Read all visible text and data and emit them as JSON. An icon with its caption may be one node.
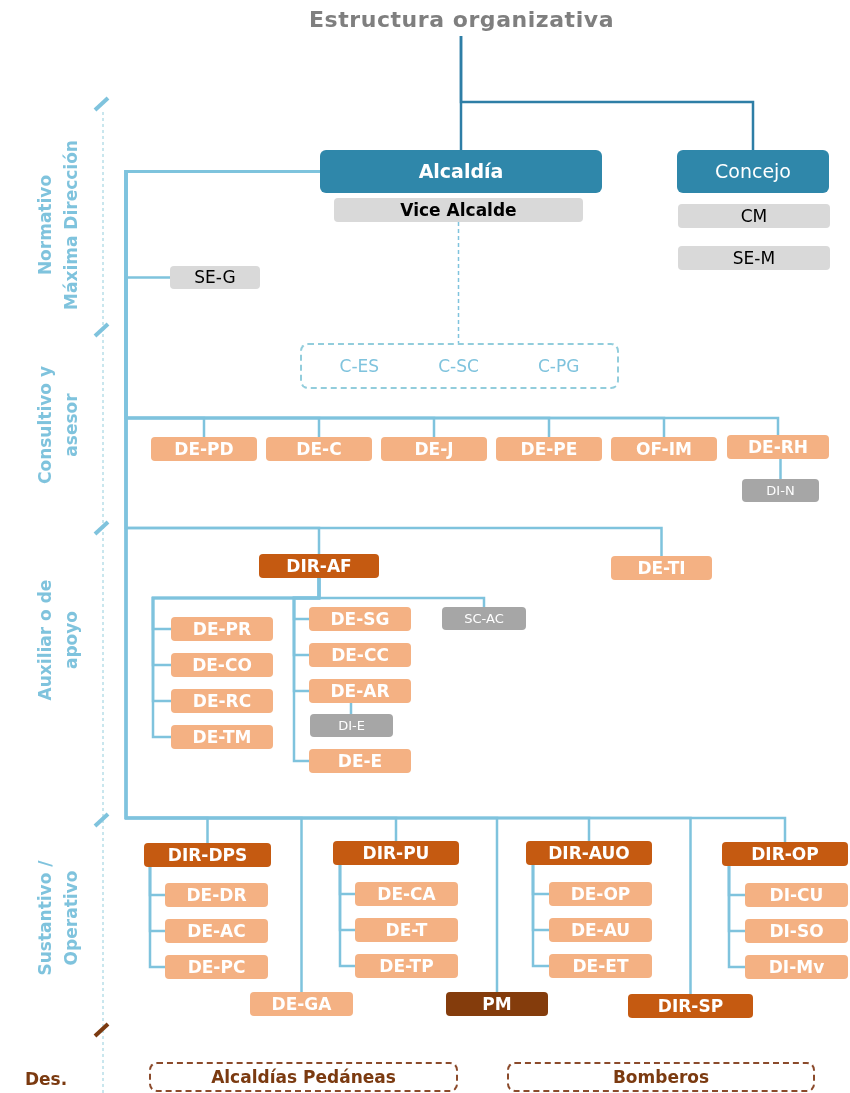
{
  "diagram": {
    "nodes": [
      {
        "text": [
          "Estructura organizativa"
        ]
      },
      {
        "text": [
          "Alcaldía"
        ]
      },
      {
        "text": [
          "Vice Alcalde"
        ]
      },
      {
        "text": [
          "Concejo"
        ]
      },
      {
        "text": [
          "CM"
        ]
      },
      {
        "text": [
          "SE-M"
        ]
      },
      {
        "text": [
          "SE-G"
        ]
      },
      {
        "text": [
          "C-ES",
          "C-SC",
          "C-PG"
        ]
      },
      {
        "text": [
          "DE-PD"
        ]
      },
      {
        "text": [
          "DE-C"
        ]
      },
      {
        "text": [
          "DE-J"
        ]
      },
      {
        "text": [
          "DE-PE"
        ]
      },
      {
        "text": [
          "OF-IM"
        ]
      },
      {
        "text": [
          "DE-RH"
        ]
      },
      {
        "text": [
          "DI-N"
        ]
      },
      {
        "text": [
          "DIR-AF"
        ]
      },
      {
        "text": [
          "DE-TI"
        ]
      },
      {
        "text": [
          "DE-PR"
        ]
      },
      {
        "text": [
          "DE-CO"
        ]
      },
      {
        "text": [
          "DE-RC"
        ]
      },
      {
        "text": [
          "DE-TM"
        ]
      },
      {
        "text": [
          "DE-SG"
        ]
      },
      {
        "text": [
          "DE-CC"
        ]
      },
      {
        "text": [
          "DE-AR"
        ]
      },
      {
        "text": [
          "DI-E"
        ]
      },
      {
        "text": [
          "DE-E"
        ]
      },
      {
        "text": [
          "SC-AC"
        ]
      },
      {
        "text": [
          "DIR-DPS"
        ]
      },
      {
        "text": [
          "DE-DR"
        ]
      },
      {
        "text": [
          "DE-AC"
        ]
      },
      {
        "text": [
          "DE-PC"
        ]
      },
      {
        "text": [
          "DE-GA"
        ]
      },
      {
        "text": [
          "DIR-PU"
        ]
      },
      {
        "text": [
          "DE-CA"
        ]
      },
      {
        "text": [
          "DE-T"
        ]
      },
      {
        "text": [
          "DE-TP"
        ]
      },
      {
        "text": [
          "PM"
        ]
      },
      {
        "text": [
          "DIR-AUO"
        ]
      },
      {
        "text": [
          "DE-OP"
        ]
      },
      {
        "text": [
          "DE-AU"
        ]
      },
      {
        "text": [
          "DE-ET"
        ]
      },
      {
        "text": [
          "DIR-SP"
        ]
      },
      {
        "text": [
          "DIR-OP"
        ]
      },
      {
        "text": [
          "DI-CU"
        ]
      },
      {
        "text": [
          "DI-SO"
        ]
      },
      {
        "text": [
          "DI-Mv"
        ]
      },
      {
        "text": [
          "Alcaldías Pedáneas"
        ]
      },
      {
        "text": [
          "Bomberos"
        ]
      }
    ],
    "edges": [
      {
        "from": 0,
        "to": 1,
        "arrow": "none",
        "color": "#2e7ea6"
      },
      {
        "from": 0,
        "to": 3,
        "arrow": "none",
        "color": "#2e7ea6"
      },
      {
        "from": 1,
        "to": 6,
        "arrow": "none"
      },
      {
        "from": 1,
        "to": 8,
        "arrow": "none"
      },
      {
        "from": 1,
        "to": 9,
        "arrow": "none"
      },
      {
        "from": 1,
        "to": 10,
        "arrow": "none"
      },
      {
        "from": 1,
        "to": 11,
        "arrow": "none"
      },
      {
        "from": 1,
        "to": 12,
        "arrow": "none"
      },
      {
        "from": 1,
        "to": 13,
        "arrow": "none"
      },
      {
        "from": 1,
        "to": 15,
        "arrow": "none"
      },
      {
        "from": 1,
        "to": 16,
        "arrow": "none"
      },
      {
        "from": 1,
        "to": 27,
        "arrow": "none"
      },
      {
        "from": 1,
        "to": 31,
        "arrow": "none"
      },
      {
        "from": 1,
        "to": 32,
        "arrow": "none"
      },
      {
        "from": 1,
        "to": 36,
        "arrow": "none"
      },
      {
        "from": 1,
        "to": 37,
        "arrow": "none"
      },
      {
        "from": 1,
        "to": 41,
        "arrow": "none"
      },
      {
        "from": 1,
        "to": 42,
        "arrow": "none"
      },
      {
        "from": 2,
        "to": 7,
        "arrow": "none",
        "style": "dashed"
      },
      {
        "from": 13,
        "to": 14,
        "arrow": "none"
      },
      {
        "from": 15,
        "to": 17,
        "arrow": "none"
      },
      {
        "from": 15,
        "to": 18,
        "arrow": "none"
      },
      {
        "from": 15,
        "to": 19,
        "arrow": "none"
      },
      {
        "from": 15,
        "to": 20,
        "arrow": "none"
      },
      {
        "from": 15,
        "to": 21,
        "arrow": "none"
      },
      {
        "from": 15,
        "to": 22,
        "arrow": "none"
      },
      {
        "from": 15,
        "to": 23,
        "arrow": "none"
      },
      {
        "from": 15,
        "to": 25,
        "arrow": "none"
      },
      {
        "from": 15,
        "to": 26,
        "arrow": "none"
      },
      {
        "from": 23,
        "to": 24,
        "arrow": "none"
      },
      {
        "from": 27,
        "to": 28,
        "arrow": "none"
      },
      {
        "from": 27,
        "to": 29,
        "arrow": "none"
      },
      {
        "from": 27,
        "to": 30,
        "arrow": "none"
      },
      {
        "from": 32,
        "to": 33,
        "arrow": "none"
      },
      {
        "from": 32,
        "to": 34,
        "arrow": "none"
      },
      {
        "from": 32,
        "to": 35,
        "arrow": "none"
      },
      {
        "from": 37,
        "to": 38,
        "arrow": "none"
      },
      {
        "from": 37,
        "to": 39,
        "arrow": "none"
      },
      {
        "from": 37,
        "to": 40,
        "arrow": "none"
      },
      {
        "from": 42,
        "to": 43,
        "arrow": "none"
      },
      {
        "from": 42,
        "to": 44,
        "arrow": "none"
      },
      {
        "from": 42,
        "to": 45,
        "arrow": "none"
      }
    ],
    "labels": [
      "Normativo Máxima Dirección",
      "Consultivo y asesor",
      "Auxiliar o de apoyo",
      "Sustantivo / Operativo",
      "Des."
    ]
  }
}
